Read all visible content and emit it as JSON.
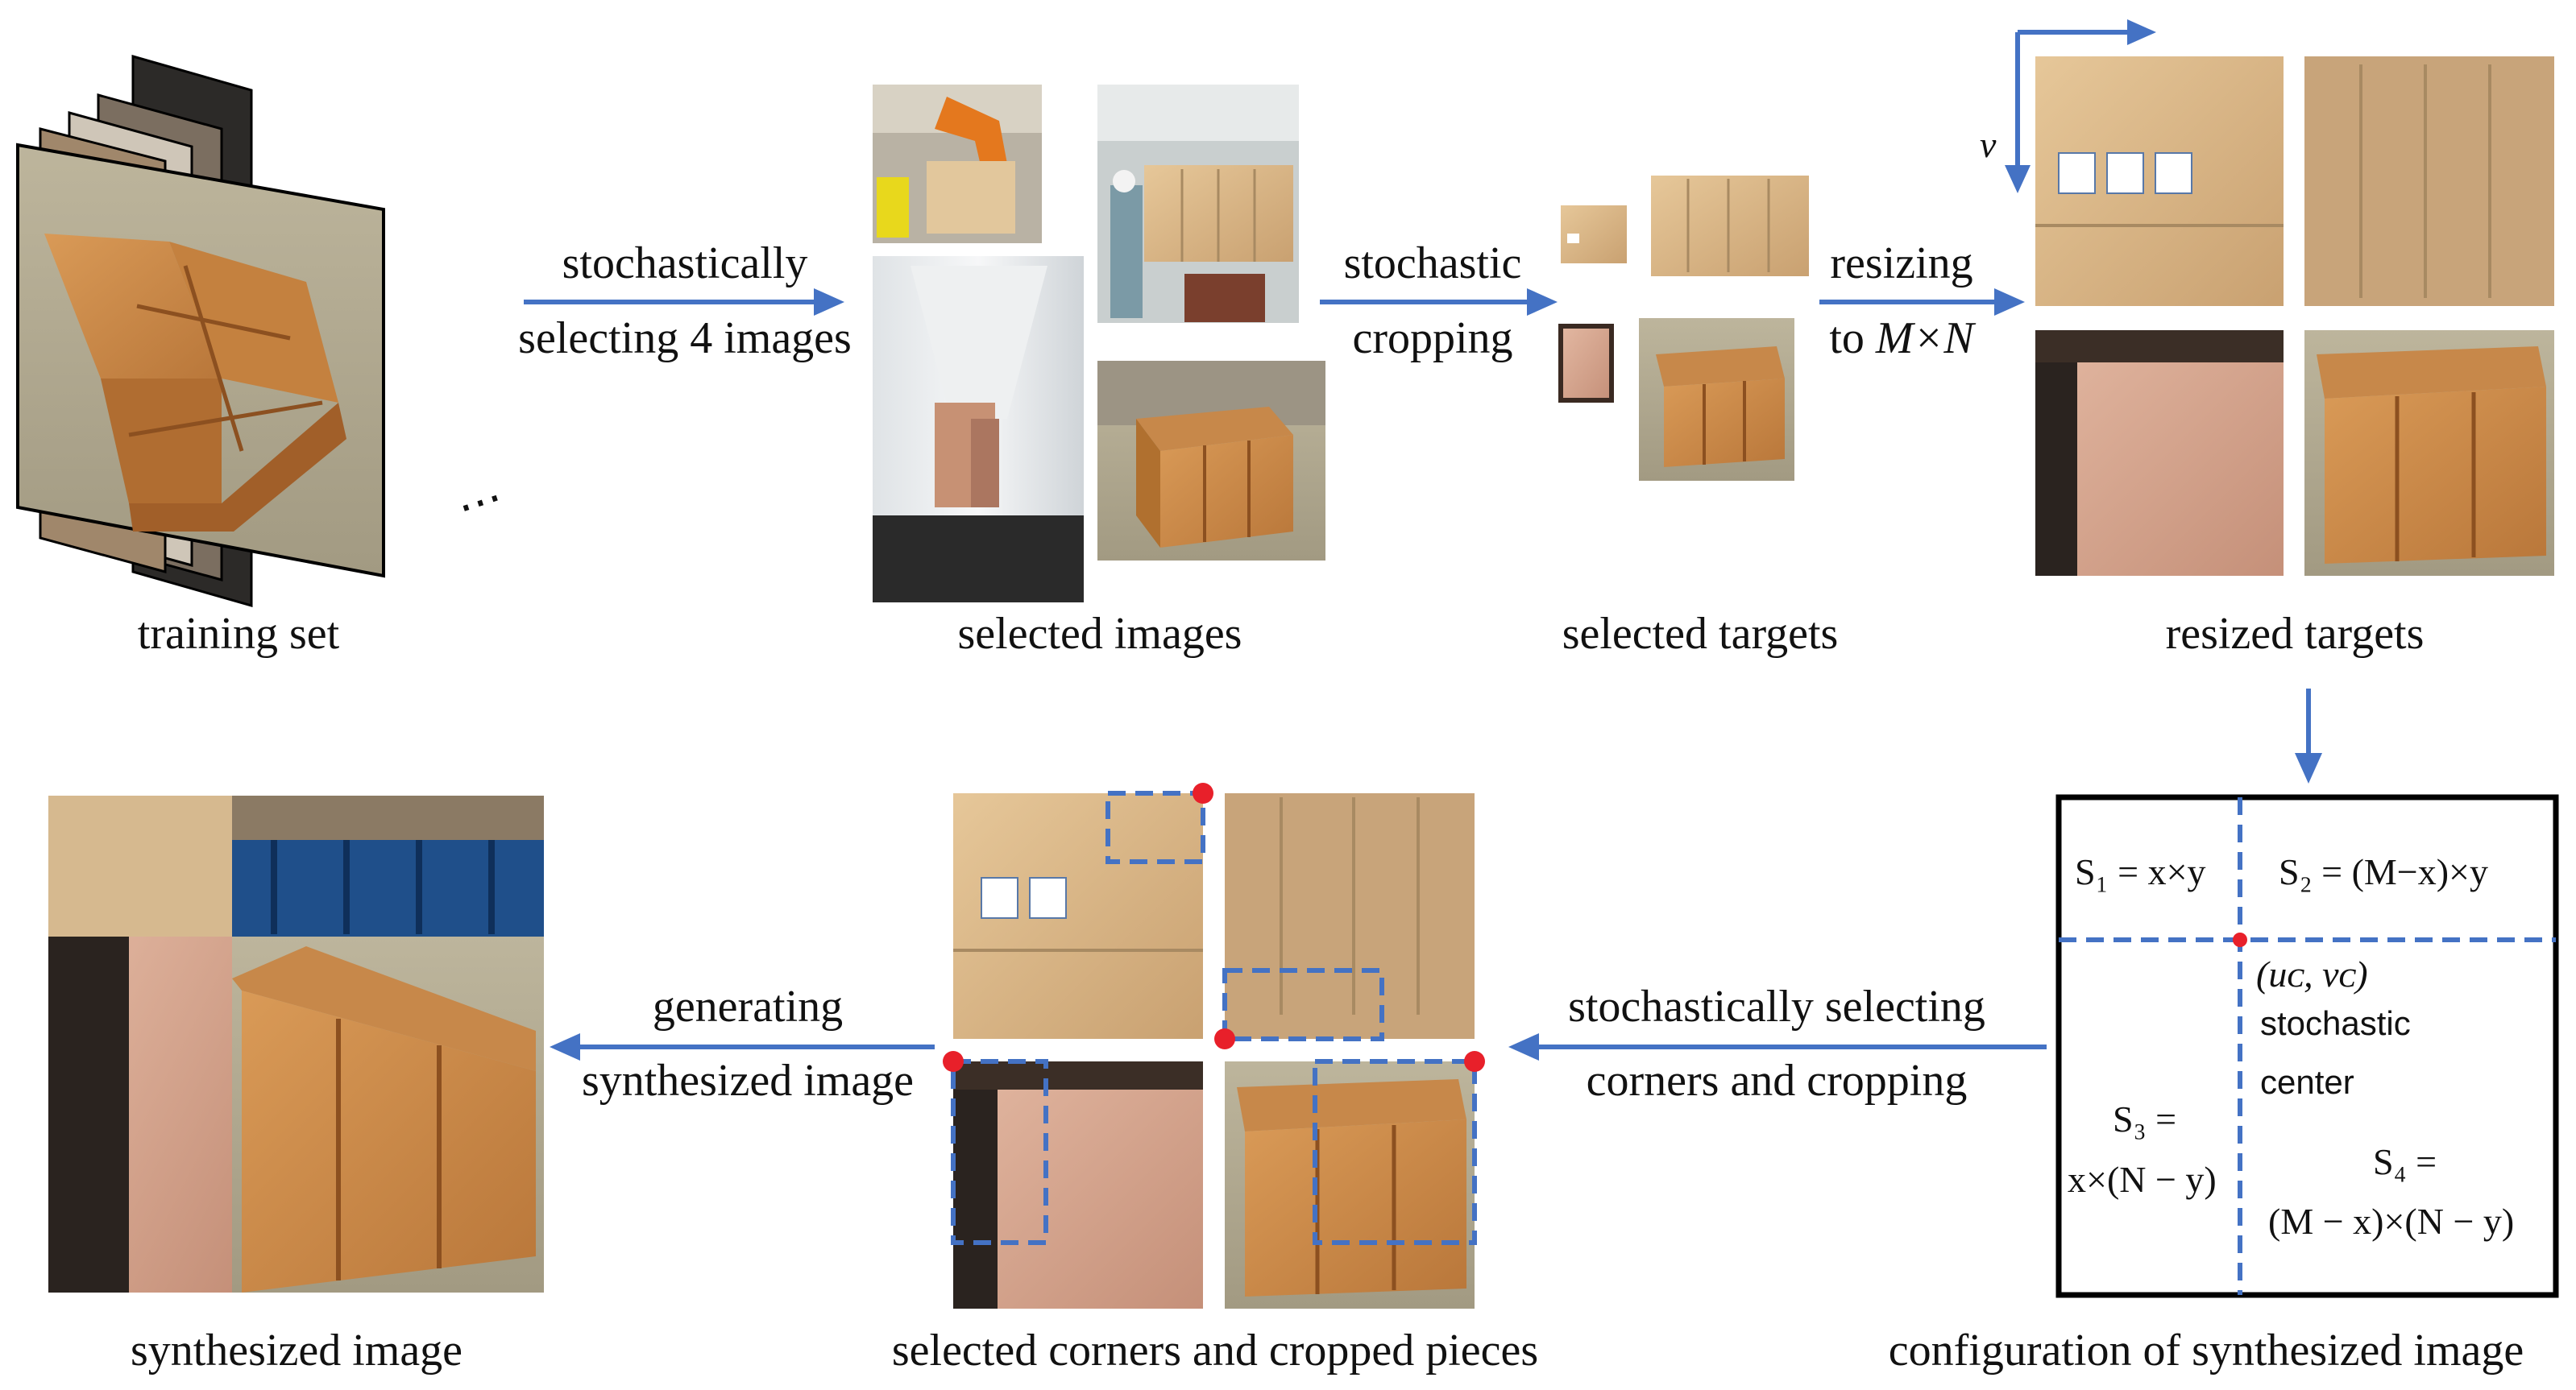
{
  "stages": {
    "training_set": "training set",
    "selected_images": "selected images",
    "selected_targets": "selected targets",
    "resized_targets": "resized targets",
    "configuration": "configuration of synthesized image",
    "corners_pieces": "selected corners and cropped pieces",
    "synthesized": "synthesized image"
  },
  "arrows": {
    "select_line1": "stochastically",
    "select_line2": "selecting 4 images",
    "crop_line1": "stochastic",
    "crop_line2": "cropping",
    "resize_line1": "resizing",
    "resize_line2_prefix": "to ",
    "resize_line2_math": "M×N",
    "corners_line1": "stochastically selecting",
    "corners_line2": "corners and cropping",
    "generate_line1": "generating",
    "generate_line2": "synthesized image"
  },
  "axis": {
    "v": "v"
  },
  "ellipsis": "⋯",
  "config": {
    "s1": "S₁ = x×y",
    "s2": "S₂ = (M−x)×y",
    "s3_line1": "S₃ =",
    "s3_line2": "x×(N − y)",
    "s4_line1": "S₄ =",
    "s4_line2": "(M − x)×(N − y)",
    "center": "(uᴄ, vᴄ)",
    "center_label1": "stochastic",
    "center_label2": "center"
  },
  "colors": {
    "arrow": "#4472c4",
    "corner_dot": "#e8202a",
    "box_wood": "#c98a4a",
    "carton": "#d3ae7c",
    "container_blue": "#1f4f8a"
  }
}
